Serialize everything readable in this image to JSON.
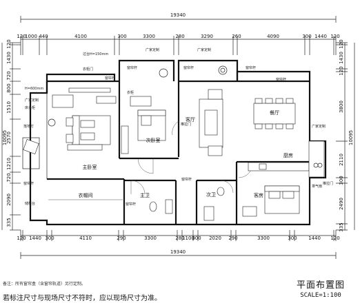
{
  "dimensions": {
    "total_top": "19340",
    "total_bottom": "19340",
    "top_segments": [
      "120",
      "1000",
      "440",
      "4100",
      "300",
      "3300",
      "280",
      "3290",
      "260",
      "4090",
      "300",
      "1440",
      "120"
    ],
    "bottom_segments": [
      "120",
      "1440",
      "300",
      "4110",
      "290",
      "3300",
      "280",
      "1100",
      "300",
      "2020",
      "290",
      "3300",
      "300",
      "1440",
      "120"
    ],
    "left_segments": [
      "120",
      "1430",
      "720",
      "800",
      "1510",
      "2570",
      "1210",
      "720",
      "2090",
      "335"
    ],
    "left_total": "10095",
    "right_segments": [
      "120",
      "1430",
      "120",
      "3800",
      "2110",
      "300",
      "2490",
      "335"
    ],
    "right_total": "10095"
  },
  "rooms": {
    "master_bedroom": "主卧室",
    "second_bedroom": "次卧室",
    "dining": "餐厅",
    "kitchen": "厨房",
    "cloakroom": "衣帽间",
    "master_bath": "主卫",
    "second_bath": "次卫",
    "guest_room": "客房",
    "living": "客厅"
  },
  "annotations": {
    "a1": "过台H=150mm",
    "a2": "衣柜门",
    "a3": "广家定制",
    "a4": "广家定制",
    "a5": "窗帘杆",
    "a6": "窗帘杆",
    "a7": "窗帘杆",
    "a8": "H=600mm",
    "a9": "广家定制",
    "a10": "窗帘杆",
    "a11": "床头柜",
    "a12": "衣柜",
    "a13": "窗帘杆",
    "a14": "落地灯",
    "a15": "推拉门",
    "a16": "窗帘杆",
    "a17": "广家定制",
    "a18": "储柜台",
    "a19": "推拉门",
    "a20": "窗帘杆",
    "a21": "窗帘杆",
    "a22": "排气扇"
  },
  "notes": {
    "line1": "备注：所有窗帘盒（含窗帘轨道）另行定制。",
    "line2": "若标注尺寸与现场尺寸不符时，应以现场尺寸为准。"
  },
  "title": "平面布置图",
  "scale": "SCALE=1:100"
}
